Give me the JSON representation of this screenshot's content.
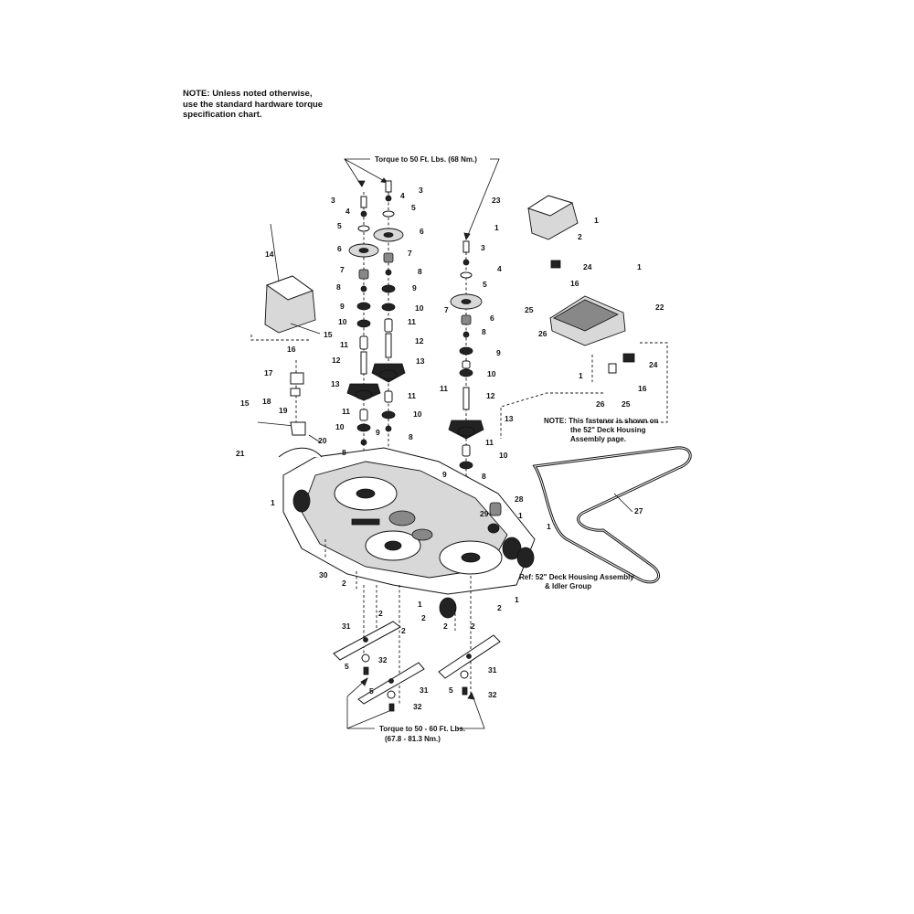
{
  "notes": {
    "top_left": "NOTE: Unless noted otherwise,\nuse the standard hardware torque\nspecification chart.",
    "torque_top": "Torque to 50 Ft. Lbs. (68 Nm.)",
    "torque_bottom_1": "Torque to 50 - 60 Ft. Lbs.",
    "torque_bottom_2": "(67.8 - 81.3 Nm.)",
    "fastener_1": "NOTE: This fastener is shown on",
    "fastener_2": "the 52\" Deck Housing",
    "fastener_3": "Assembly page.",
    "ref_1": "Ref: 52\" Deck Housing Assembly",
    "ref_2": "& Idler Group"
  },
  "part_numbers": [
    "1",
    "2",
    "3",
    "4",
    "5",
    "6",
    "7",
    "8",
    "9",
    "10",
    "11",
    "12",
    "13",
    "14",
    "15",
    "16",
    "17",
    "18",
    "19",
    "20",
    "21",
    "22",
    "23",
    "24",
    "25",
    "26",
    "27",
    "28",
    "29",
    "30",
    "31",
    "32"
  ]
}
